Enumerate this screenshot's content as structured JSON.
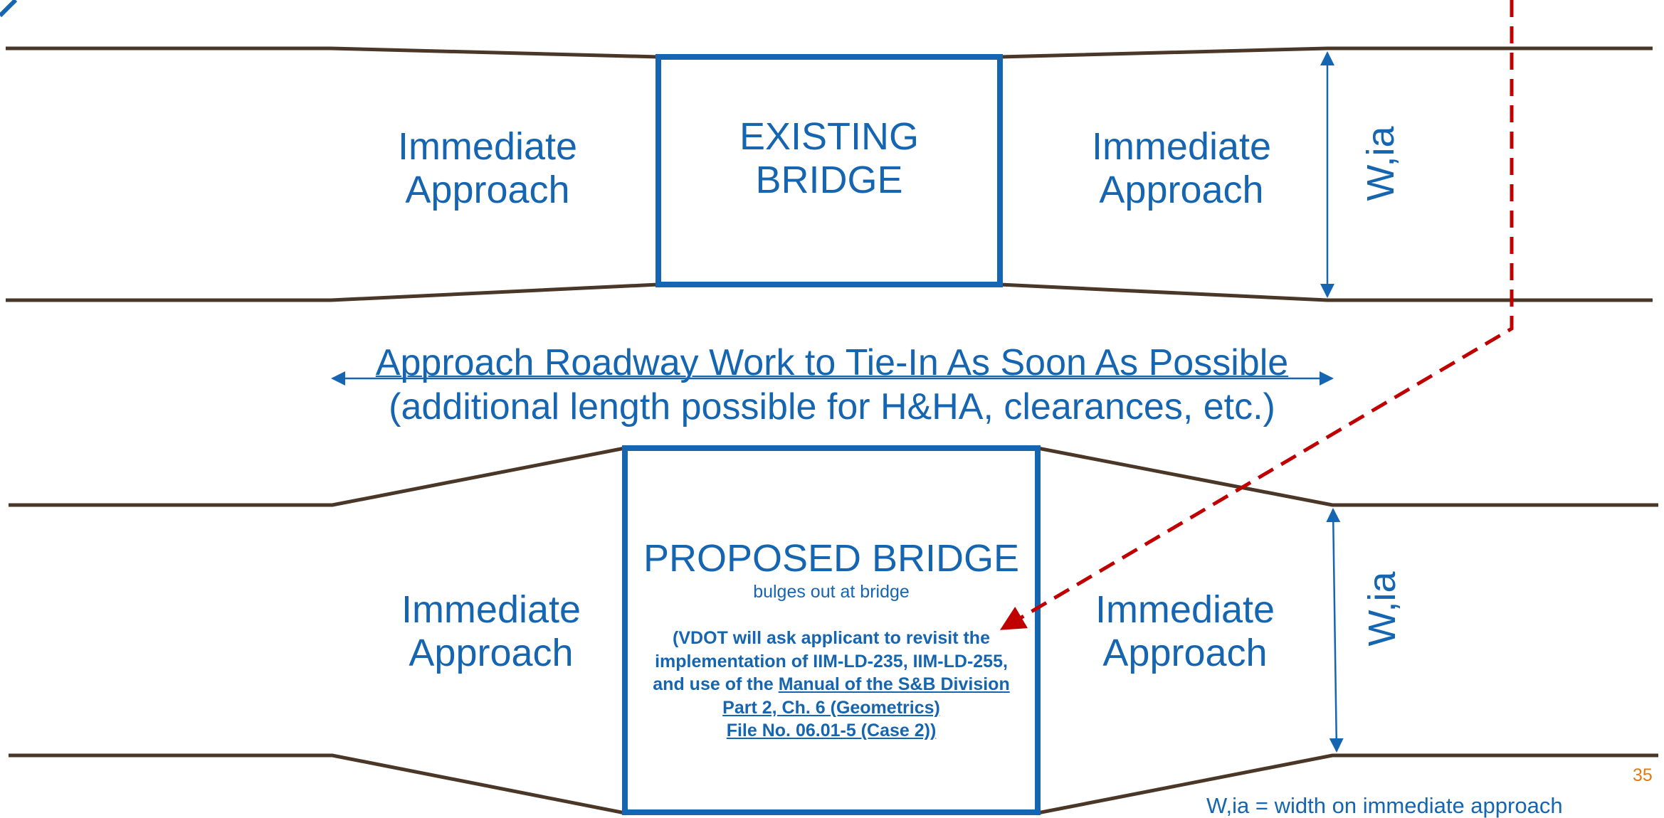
{
  "existing": {
    "bridge_line1": "EXISTING",
    "bridge_line2": "BRIDGE",
    "left_approach_line1": "Immediate",
    "left_approach_line2": "Approach",
    "right_approach_line1": "Immediate",
    "right_approach_line2": "Approach",
    "width_label": "W,ia"
  },
  "middle": {
    "headline": "Approach Roadway Work to Tie-In As Soon As Possible",
    "subline": "(additional length possible for H&HA, clearances, etc.)"
  },
  "proposed": {
    "title": "PROPOSED BRIDGE",
    "subtitle": "bulges out at bridge",
    "note_line1": "(VDOT will ask applicant to revisit the",
    "note_line2": "implementation of IIM-LD-235, IIM-LD-255,",
    "note_line3_prefix": "and use of the ",
    "note_line3_link": "Manual of the S&B Division",
    "note_line4": "Part 2, Ch. 6 (Geometrics)",
    "note_line5": "File No. 06.01-5 (Case 2))",
    "left_approach_line1": "Immediate",
    "left_approach_line2": "Approach",
    "right_approach_line1": "Immediate",
    "right_approach_line2": "Approach",
    "width_label": "W,ia"
  },
  "footer": {
    "legend": "W,ia = width on immediate approach",
    "page_number": "35"
  },
  "colors": {
    "blue": "#1565b0",
    "road": "#4a3728",
    "red_dashed": "#c00000",
    "page_number": "#e07b12"
  }
}
